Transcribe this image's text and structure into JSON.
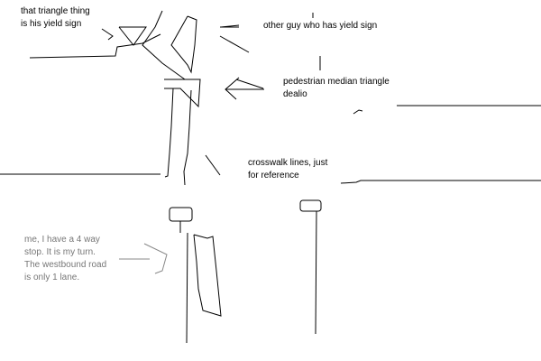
{
  "annotations": {
    "yield_triangle": [
      "that triangle thing",
      "is his yield sign"
    ],
    "other_guy": [
      "other guy who has yield sign"
    ],
    "median": [
      "pedestrian median triangle",
      "dealio"
    ],
    "crosswalk": [
      "crosswalk lines, just",
      "for reference"
    ],
    "me": [
      "me, I have a 4 way",
      "stop. It is my turn.",
      "The westbound road",
      "is only 1 lane."
    ]
  },
  "colors": {
    "ink": "#000000",
    "gray_ink": "#777777"
  }
}
